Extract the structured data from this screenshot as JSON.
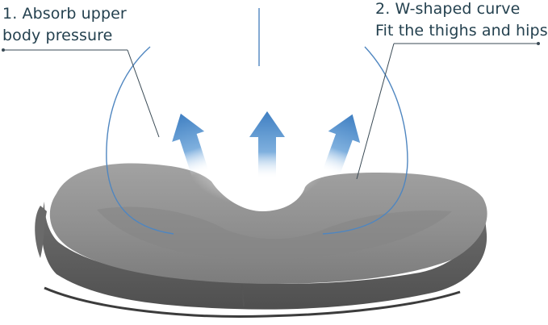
{
  "callouts": {
    "left": {
      "line1": "1. Absorb upper",
      "line2": "body pressure"
    },
    "right": {
      "line1": "2. W-shaped curve",
      "line2": "Fit the thighs and hips"
    }
  },
  "colors": {
    "text": "#24414f",
    "leader_line": "#3a4a55",
    "contour_line": "#4f86c0",
    "arrow": "#4a85c2",
    "cushion": "#8e8e8e",
    "background": "#ffffff"
  },
  "icons": {
    "arrows": "up-arrow-icon"
  }
}
